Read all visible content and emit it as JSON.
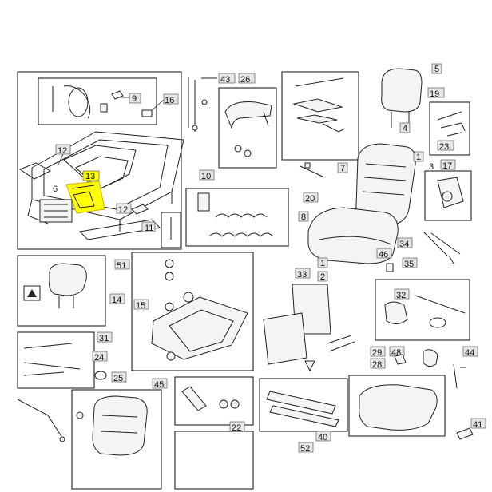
{
  "callouts": {
    "c1": "1",
    "c2": "2",
    "c3": "3",
    "c4": "4",
    "c5": "5",
    "c6": "6",
    "c7": "7",
    "c8": "8",
    "c9": "9",
    "c10": "10",
    "c11": "11",
    "c12a": "12",
    "c12b": "12",
    "c13": "13",
    "c14": "14",
    "c15": "15",
    "c16": "16",
    "c17": "17",
    "c19": "19",
    "c20": "20",
    "c22": "22",
    "c23": "23",
    "c24": "24",
    "c25": "25",
    "c26": "26",
    "c28": "28",
    "c29": "29",
    "c31": "31",
    "c32": "32",
    "c33": "33",
    "c34": "34",
    "c35": "35",
    "c40": "40",
    "c41": "41",
    "c43": "43",
    "c44": "44",
    "c45": "45",
    "c46": "46",
    "c48": "48",
    "c51": "51",
    "c52": "52"
  },
  "highlight": {
    "callout": "13",
    "color": "#ffff00"
  },
  "colors": {
    "line": "#222222",
    "tag": "#e6e6e6",
    "highlight": "#ffff00"
  },
  "icons": [
    "deere-logo-icon"
  ]
}
